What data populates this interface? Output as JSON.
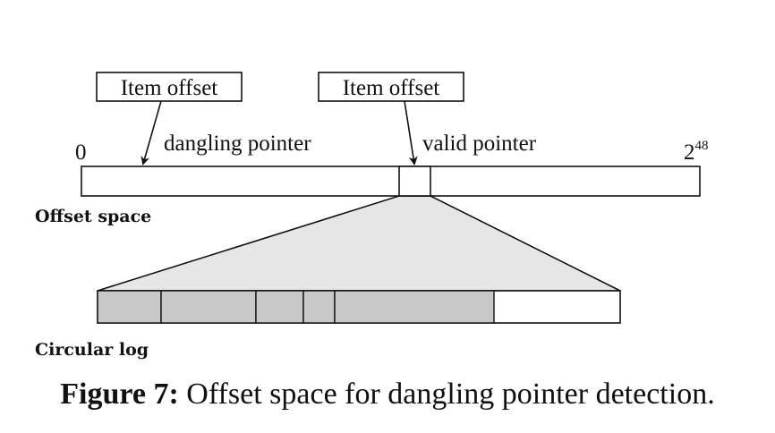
{
  "labels": {
    "item_offset_left": "Item offset",
    "item_offset_right": "Item offset",
    "dangling": "dangling pointer",
    "valid": "valid pointer",
    "zero": "0",
    "max_base": "2",
    "max_exp": "48",
    "offset_space": "Offset space",
    "circular_log": "Circular log"
  },
  "caption": {
    "prefix": "Figure 7:",
    "text": "Offset space for dangling pointer detection."
  },
  "colors": {
    "stroke": "#111111",
    "funnel_fill": "#e6e6e6",
    "log_fill": "#c8c8c8"
  }
}
